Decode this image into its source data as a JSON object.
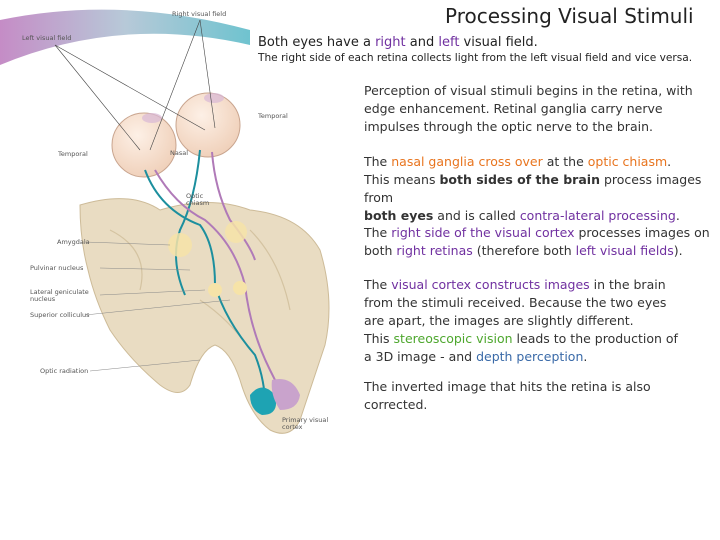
{
  "title": "Processing Visual Stimuli",
  "diagram": {
    "labels": {
      "right_visual_field": "Right visual field",
      "left_visual_field": "Left visual field",
      "temporal_right": "Temporal",
      "temporal_left": "Temporal",
      "nasal": "Nasal",
      "optic_chiasm_1": "Optic",
      "optic_chiasm_2": "chiasm",
      "amygdala": "Amygdala",
      "pulvinar": "Pulvinar nucleus",
      "lgn_1": "Lateral geniculate",
      "lgn_2": "nucleus",
      "superior_colliculus": "Superior colliculus",
      "optic_radiation": "Optic radiation",
      "primary_cortex_1": "Primary visual",
      "primary_cortex_2": "cortex"
    },
    "colors": {
      "right_field": "#1c8f9e",
      "left_field": "#b07ab8",
      "brain": "#e9dcc2"
    }
  },
  "intro": {
    "l1_a": "Both eyes have  a ",
    "l1_b": "right",
    "l1_c": " and ",
    "l1_d": "left",
    "l1_e": " visual field.",
    "l2": "The right side of each retina collects light from the left visual field and vice versa."
  },
  "p1": {
    "l1": "Perception of visual stimuli begins in the retina, with",
    "l2": "edge enhancement. Retinal ganglia carry nerve",
    "l3": "impulses through the optic nerve to the brain."
  },
  "p2": {
    "a": "The ",
    "b": "nasal ganglia cross over",
    "c": " at the ",
    "d": "optic chiasm",
    "e": ".",
    "f": "This means ",
    "g": "both sides of the brain",
    "h": " process images from",
    "i": "both eyes",
    "j": " and is called ",
    "k": "contra-lateral processing",
    "l": "."
  },
  "p3": {
    "a": "The ",
    "b": "right side of the visual cortex",
    "c": " processes images on",
    "d": "both ",
    "e": "right retinas",
    "f": " (therefore both ",
    "g": "left visual fields",
    "h": ")."
  },
  "p4": {
    "a": "The ",
    "b": "visual cortex constructs images",
    "c": " in the brain",
    "d": "from the stimuli received. Because the two eyes",
    "e": "are apart, the images are slightly different.",
    "f": "This ",
    "g": "stereoscopic vision",
    "h": " leads to the production of",
    "i": "a 3D image -  and ",
    "j": "depth perception",
    "k": "."
  },
  "p5": {
    "l1": "The inverted image that hits the retina is also",
    "l2": "corrected."
  }
}
